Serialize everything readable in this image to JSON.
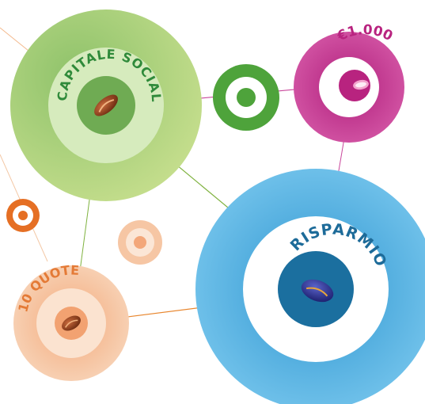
{
  "labels": {
    "capitale_sociale": "CAPITALE SOCIALE",
    "euro_amount": "€1.000",
    "risparmio": "RISPARMIO",
    "quote": "10 QUOTE"
  },
  "colors": {
    "green_outer": "#a7cf78",
    "green_light": "#cfe7b8",
    "green_center": "#7fb25c",
    "green_text": "#2f8a3a",
    "magenta_outer": "#c2348f",
    "magenta_text": "#b8237f",
    "blue_outer": "#43a8dd",
    "blue_center": "#1b6f9f",
    "blue_text": "#1d6b99",
    "peach_outer": "#f6c6a4",
    "peach_text": "#e47a36",
    "orange": "#e56f24",
    "bright_green": "#4ea33b"
  },
  "icons": {
    "bean_red": "coffee-bean-icon",
    "bean_blue": "blue-bean-icon"
  }
}
